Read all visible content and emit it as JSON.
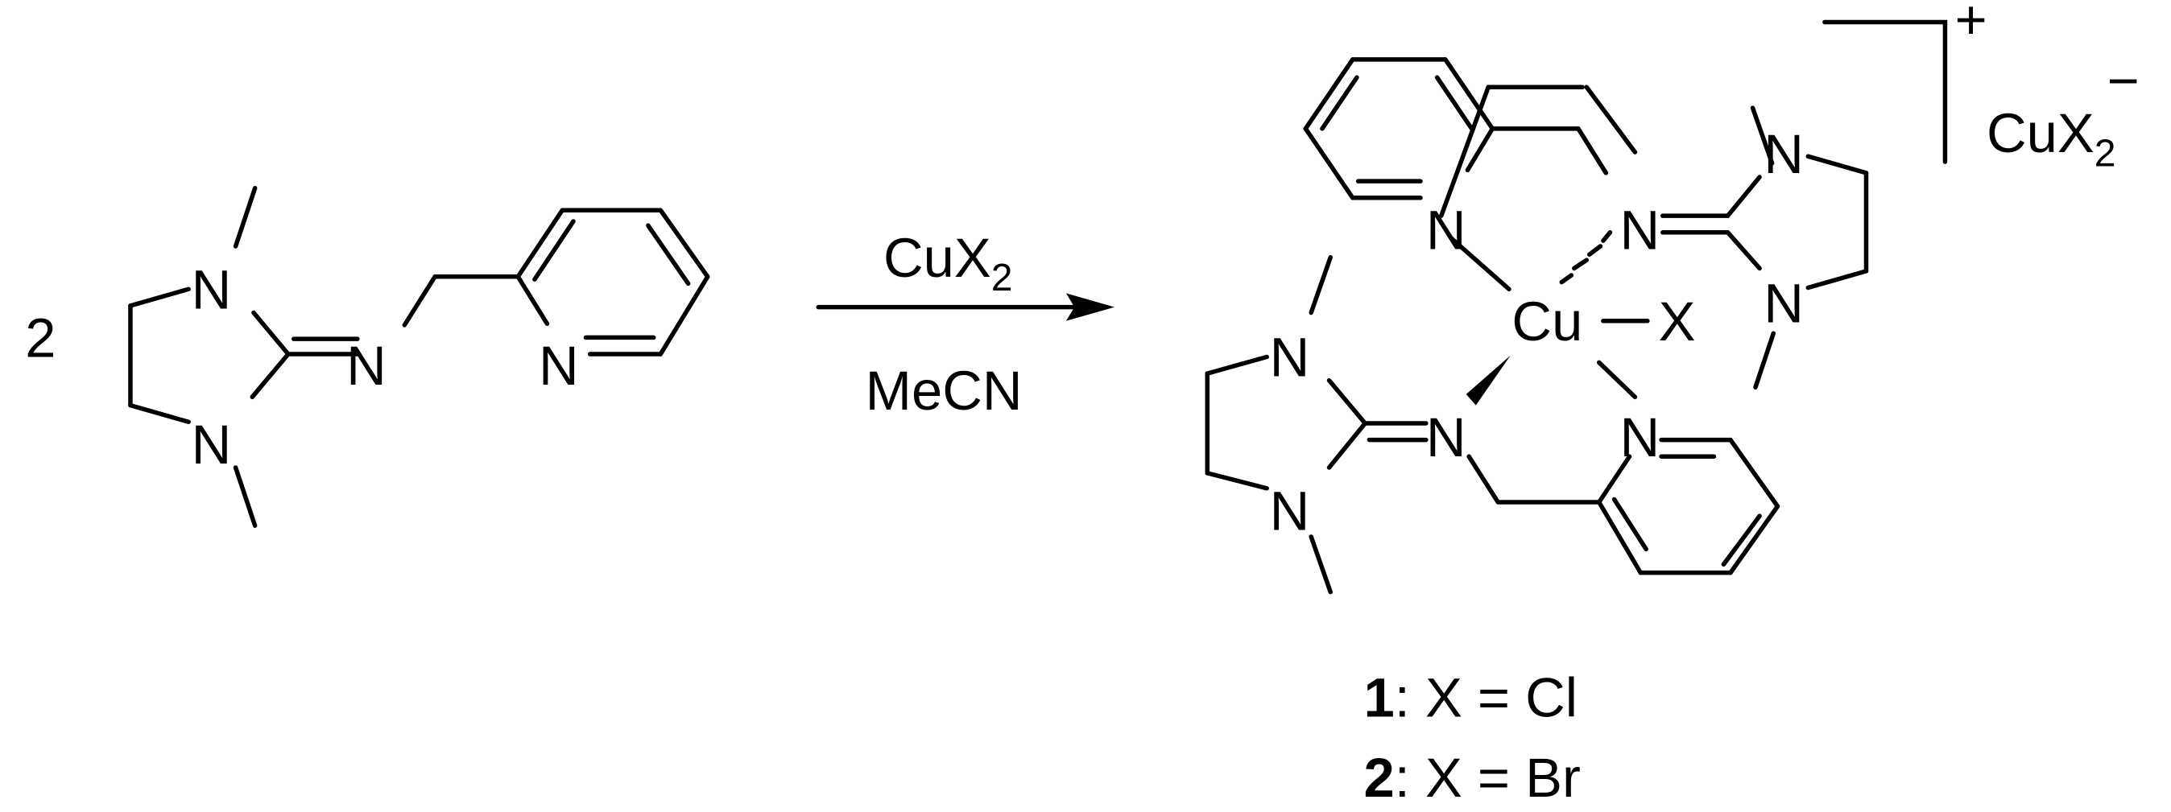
{
  "scheme": {
    "type": "chemical-reaction-scheme",
    "stoichiometry": "2",
    "reagent_above_arrow": {
      "main": "CuX",
      "subscript": "2"
    },
    "solvent_below_arrow": "MeCN",
    "reactant": {
      "name": "2-pyridylmethyl-imino-1,3-dimethylimidazolidine guanidine ligand",
      "atoms": {
        "n_top": "N",
        "n_imine": "N",
        "n_bottom": "N",
        "n_pyridine": "N"
      }
    },
    "product": {
      "atoms": {
        "cu": "Cu",
        "x": "X",
        "n_py_top": "N",
        "n_imine_top": "N",
        "n_ring_top_a": "N",
        "n_ring_top_b": "N",
        "n_ring_bot_a": "N",
        "n_ring_bot_b": "N",
        "n_imine_bot": "N",
        "n_py_bot": "N"
      },
      "cation_charge": "+",
      "counterion": {
        "main": "CuX",
        "subscript": "2",
        "charge": "−"
      }
    },
    "compounds": [
      {
        "number": "1",
        "label": ": X = Cl"
      },
      {
        "number": "2",
        "label": ": X = Br"
      }
    ]
  }
}
